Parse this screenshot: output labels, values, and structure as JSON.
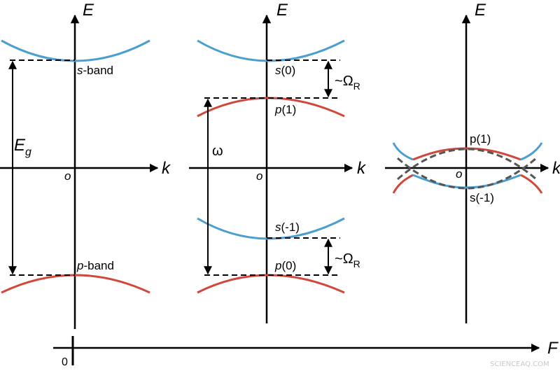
{
  "panels": {
    "left": {
      "axis_y": "E",
      "axis_x": "k",
      "origin": "o",
      "upper_band": {
        "prefix": "s",
        "suffix": "-band"
      },
      "lower_band": {
        "prefix": "p",
        "suffix": "-band"
      },
      "gap": {
        "symbol": "E",
        "sub": "g"
      }
    },
    "middle": {
      "axis_y": "E",
      "axis_x": "k",
      "origin": "o",
      "s0": {
        "prefix": "s",
        "suffix": "(0)"
      },
      "p1": {
        "prefix": "p",
        "suffix": "(1)"
      },
      "sm1": {
        "prefix": "s",
        "suffix": "(-1)"
      },
      "p0": {
        "prefix": "p",
        "suffix": "(0)"
      },
      "omega": "ω",
      "rabi_upper": {
        "tilde": "~",
        "symbol": "Ω",
        "sub": "R"
      },
      "rabi_lower": {
        "tilde": "~",
        "symbol": "Ω",
        "sub": "R"
      }
    },
    "right": {
      "axis_y": "E",
      "axis_x": "k",
      "origin": "o",
      "p1_label": "p(1)",
      "sm1_label": "s(-1)"
    }
  },
  "field_axis": {
    "zero": "0",
    "label": "F"
  },
  "watermark": "SCIENCEAQ.COM",
  "colors": {
    "s_band": "#4a9fd0",
    "p_band": "#d0483c",
    "dashed": "#555555"
  }
}
